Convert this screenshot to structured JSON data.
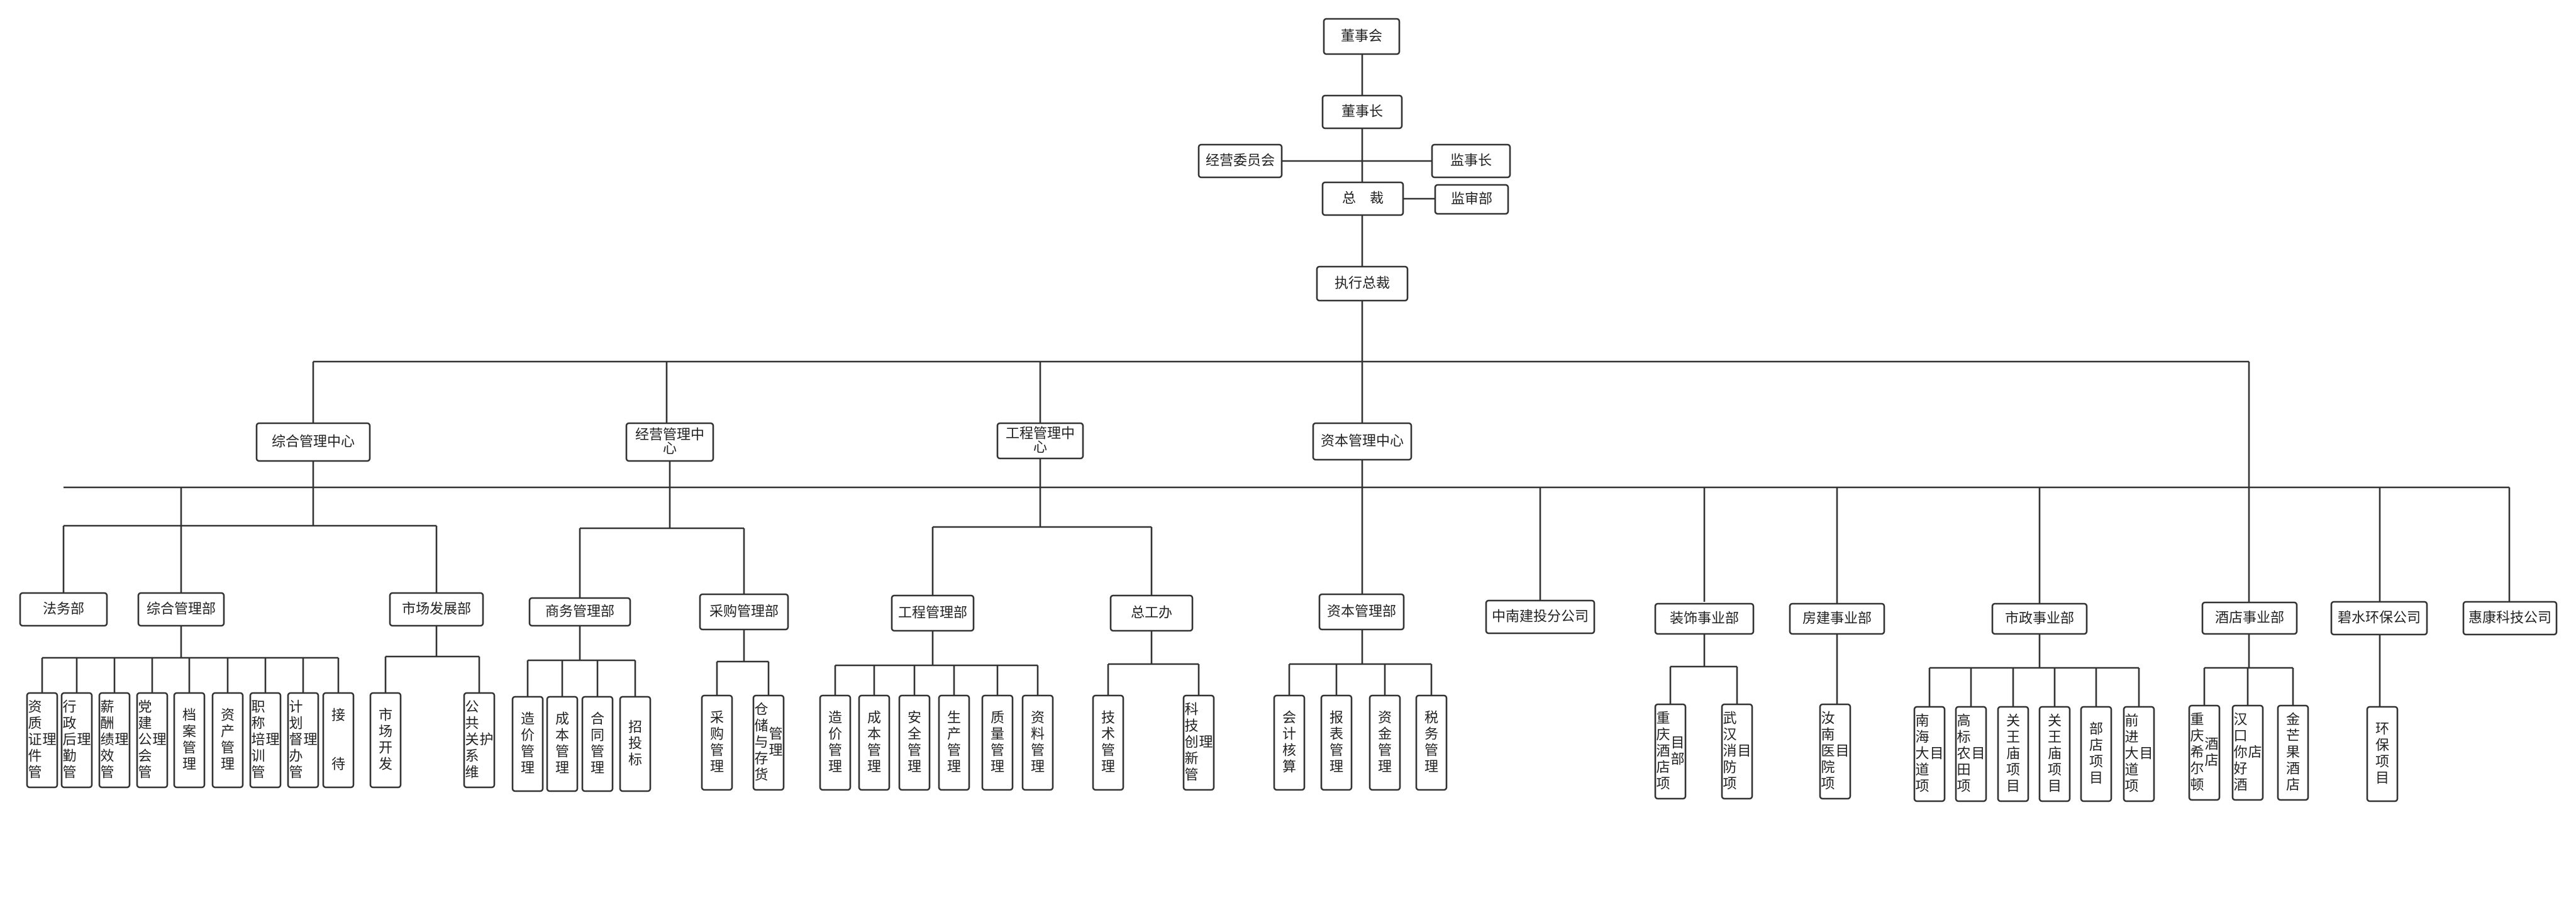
{
  "diagram": {
    "type": "org-chart",
    "nodes": [
      {
        "id": "dsh",
        "label": "董事会"
      },
      {
        "id": "dsz",
        "label": "董事长"
      },
      {
        "id": "jyw",
        "label": "经营委员会"
      },
      {
        "id": "jsz",
        "label": "监事长"
      },
      {
        "id": "zc",
        "label": "总　裁"
      },
      {
        "id": "jsb",
        "label": "监审部"
      },
      {
        "id": "zxzc",
        "label": "执行总裁"
      },
      {
        "id": "zhglzx",
        "label": "综合管理中心"
      },
      {
        "id": "jyglzx",
        "label": "经营管理中心"
      },
      {
        "id": "gcglzx",
        "label": "工程管理中心"
      },
      {
        "id": "zbglzx",
        "label": "资本管理中心"
      },
      {
        "id": "fwb",
        "label": "法务部"
      },
      {
        "id": "zhglb",
        "label": "综合管理部"
      },
      {
        "id": "scfzb",
        "label": "市场发展部"
      },
      {
        "id": "swglb",
        "label": "商务管理部"
      },
      {
        "id": "cgglb",
        "label": "采购管理部"
      },
      {
        "id": "gcglb",
        "label": "工程管理部"
      },
      {
        "id": "zgb",
        "label": "总工办"
      },
      {
        "id": "zbglb",
        "label": "资本管理部"
      },
      {
        "id": "znjt",
        "label": "中南建投分公司"
      },
      {
        "id": "zssyb",
        "label": "装饰事业部"
      },
      {
        "id": "fjsyb",
        "label": "房建事业部"
      },
      {
        "id": "szsyb",
        "label": "市政事业部"
      },
      {
        "id": "jdsyb",
        "label": "酒店事业部"
      },
      {
        "id": "bshb",
        "label": "碧水环保公司"
      },
      {
        "id": "hkkj",
        "label": "惠康科技公司"
      },
      {
        "id": "l_zzzj",
        "label": "资质证件管理"
      },
      {
        "id": "l_xzhq",
        "label": "行政后勤管理"
      },
      {
        "id": "l_xcjx",
        "label": "薪酬绩效管理"
      },
      {
        "id": "l_djgh",
        "label": "党建公会管理"
      },
      {
        "id": "l_dagl",
        "label": "档案管理"
      },
      {
        "id": "l_zcgl",
        "label": "资产管理"
      },
      {
        "id": "l_zcpx",
        "label": "职称培训管理"
      },
      {
        "id": "l_jhjb",
        "label": "计划督办管理"
      },
      {
        "id": "l_jd",
        "label": "接　　待"
      },
      {
        "id": "l_sckf",
        "label": "市场开发"
      },
      {
        "id": "l_ggwh",
        "label": "公共关系维护"
      },
      {
        "id": "l_zjgl1",
        "label": "造价管理"
      },
      {
        "id": "l_cbgl1",
        "label": "成本管理"
      },
      {
        "id": "l_htgl",
        "label": "合同管理"
      },
      {
        "id": "l_ztb",
        "label": "招投标"
      },
      {
        "id": "l_cggl",
        "label": "采购管理"
      },
      {
        "id": "l_ccch",
        "label": "仓储与存货管理"
      },
      {
        "id": "l_zjgl2",
        "label": "造价管理"
      },
      {
        "id": "l_cbgl2",
        "label": "成本管理"
      },
      {
        "id": "l_aqgl",
        "label": "安全管理"
      },
      {
        "id": "l_scgl",
        "label": "生产管理"
      },
      {
        "id": "l_zlgl",
        "label": "质量管理"
      },
      {
        "id": "l_zlgl2",
        "label": "资料管理"
      },
      {
        "id": "l_jsgl",
        "label": "技术管理"
      },
      {
        "id": "l_kjcx",
        "label": "科技创新管理"
      },
      {
        "id": "l_kjhs",
        "label": "会计核算"
      },
      {
        "id": "l_bbgl",
        "label": "报表管理"
      },
      {
        "id": "l_zjgl3",
        "label": "资金管理"
      },
      {
        "id": "l_swgl",
        "label": "税务管理"
      },
      {
        "id": "l_cqjd",
        "label": "重庆酒店项目部"
      },
      {
        "id": "l_whxf",
        "label": "武汉消防项目"
      },
      {
        "id": "l_rnyy",
        "label": "汝南医院项目"
      },
      {
        "id": "l_nhdd",
        "label": "南海大道项目"
      },
      {
        "id": "l_gbnt",
        "label": "高标农田项目"
      },
      {
        "id": "l_gwm1",
        "label": "关王庙项目"
      },
      {
        "id": "l_gwm2",
        "label": "关王庙项目"
      },
      {
        "id": "l_bd",
        "label": "部店项目"
      },
      {
        "id": "l_qjdd",
        "label": "前进大道项目"
      },
      {
        "id": "l_cqxed",
        "label": "重庆希尔顿酒店"
      },
      {
        "id": "l_hknh",
        "label": "汉口你好酒店"
      },
      {
        "id": "l_jmg",
        "label": "金芒果酒店"
      },
      {
        "id": "l_hbxm",
        "label": "环保项目"
      }
    ]
  }
}
